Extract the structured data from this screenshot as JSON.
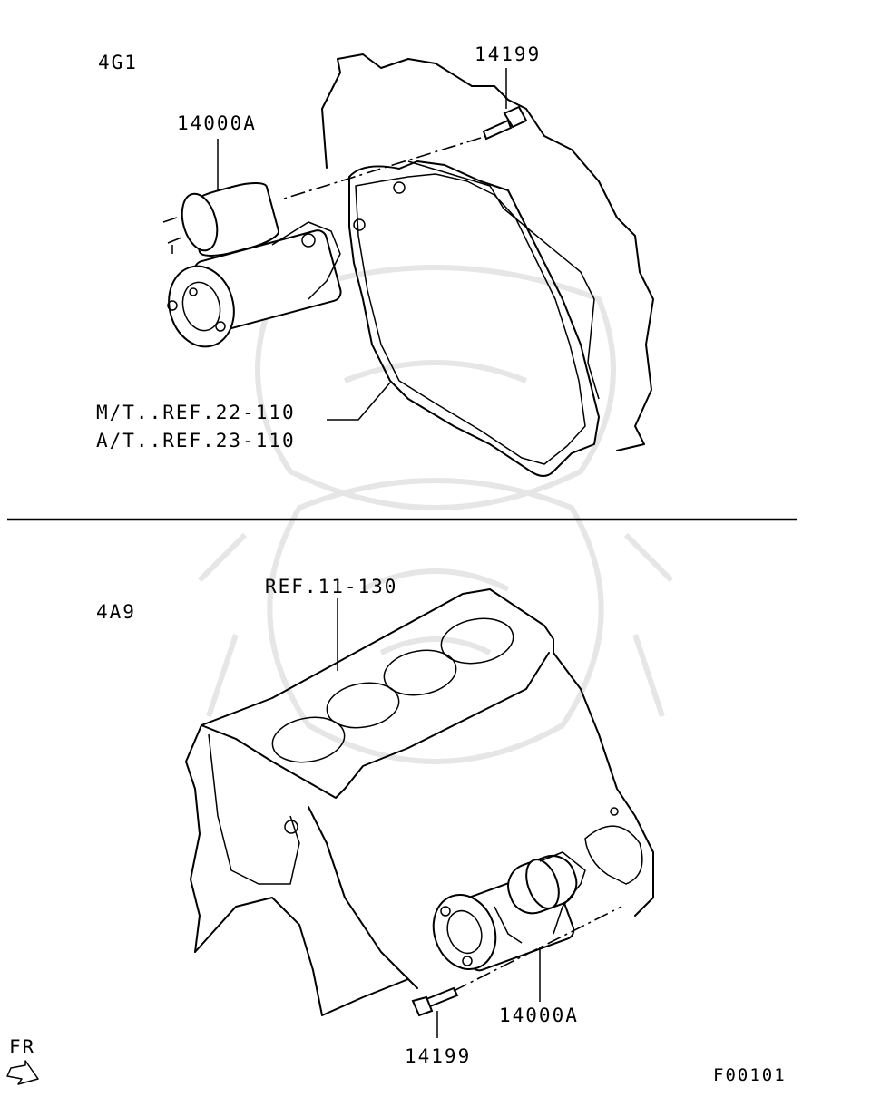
{
  "sections": {
    "top": {
      "engine_code": "4G1",
      "labels": {
        "starter": "14000A",
        "bolt": "14199",
        "ref_mt": "M/T..REF.22-110",
        "ref_at": "A/T..REF.23-110"
      }
    },
    "bottom": {
      "engine_code": "4A9",
      "labels": {
        "block_ref": "REF.11-130",
        "starter": "14000A",
        "bolt": "14199"
      }
    }
  },
  "direction": "FR",
  "figure_code": "F00101"
}
